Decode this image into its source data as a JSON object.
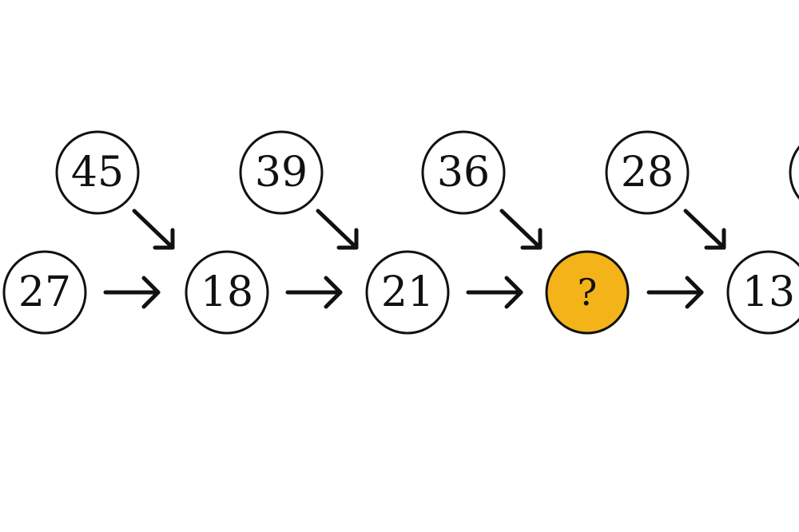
{
  "puzzle": {
    "top_row": [
      "45",
      "39",
      "36",
      "28",
      ""
    ],
    "bottom_row": [
      "27",
      "18",
      "21",
      "?",
      "13"
    ],
    "unknown_symbol": "?",
    "highlight_color": "#f5b31a"
  }
}
